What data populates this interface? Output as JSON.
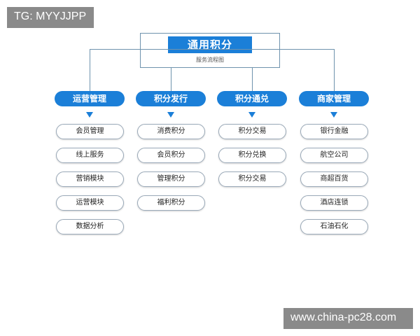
{
  "watermark_top": "TG: MYYJJPP",
  "watermark_bottom": "www.china-pc28.com",
  "root": {
    "title": "通用积分",
    "subtitle": "服务流程图"
  },
  "columns": [
    {
      "label": "运营管理",
      "items": [
        "会员管理",
        "线上服务",
        "营销模块",
        "运营模块",
        "数据分析"
      ]
    },
    {
      "label": "积分发行",
      "items": [
        "消费积分",
        "会员积分",
        "管理积分",
        "福利积分"
      ]
    },
    {
      "label": "积分通兑",
      "items": [
        "积分交易",
        "积分兑换",
        "积分交易"
      ]
    },
    {
      "label": "商家管理",
      "items": [
        "银行金融",
        "航空公司",
        "商超百货",
        "酒店连锁",
        "石油石化"
      ]
    }
  ],
  "colors": {
    "accent": "#1b7fd8",
    "connector": "#6f93ad",
    "item_border": "#9aa9b8"
  }
}
